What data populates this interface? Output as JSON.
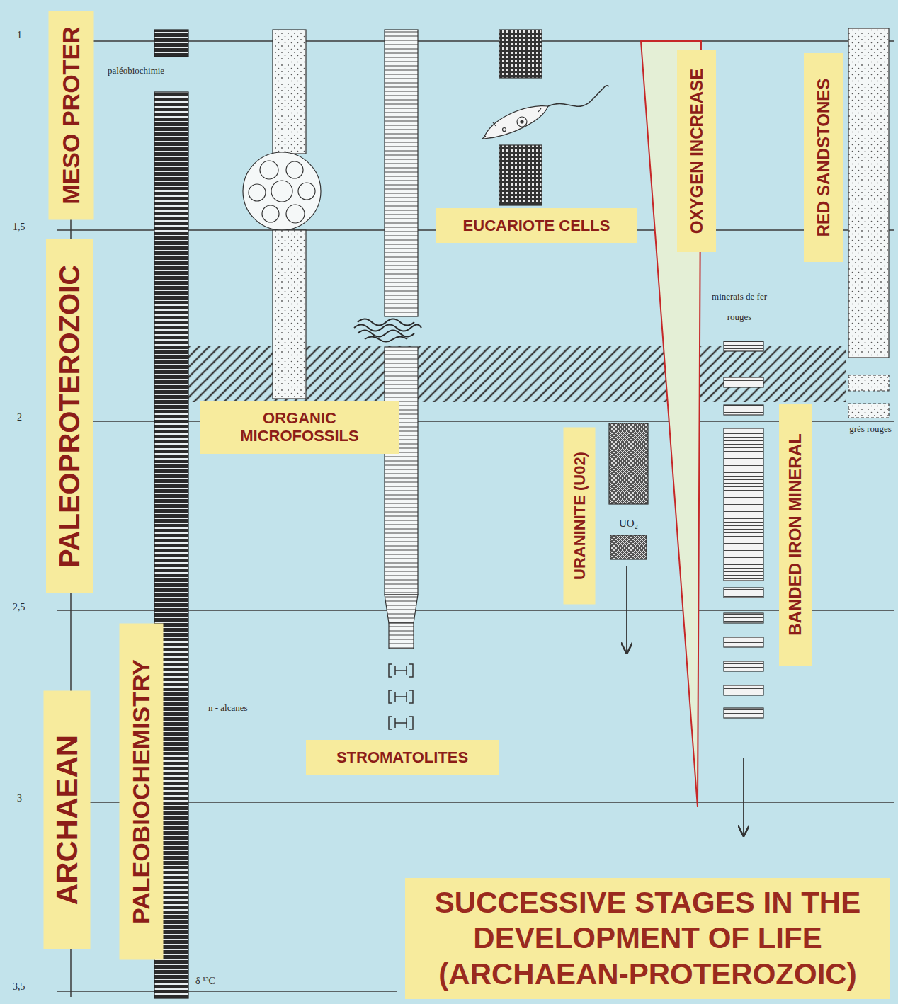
{
  "diagram": {
    "title": "SUCCESSIVE STAGES IN THE DEVELOPMENT OF LIFE (ARCHAEAN-PROTEROZOIC)",
    "nodes": [
      {
        "text": [
          "MESO PROTER"
        ]
      },
      {
        "text": [
          "PALEOPROTEROZOIC"
        ]
      },
      {
        "text": [
          "ARCHAEAN"
        ]
      },
      {
        "text": [
          "PALEOBIOCHEMISTRY"
        ]
      },
      {
        "text": [
          "ORGANIC MICROFOSSILS"
        ]
      },
      {
        "text": [
          "EUCARIOTE CELLS"
        ]
      },
      {
        "text": [
          "OXYGEN INCREASE"
        ]
      },
      {
        "text": [
          "RED SANDSTONES"
        ]
      },
      {
        "text": [
          "URANINITE (U02)"
        ]
      },
      {
        "text": [
          "BANDED IRON MINERAL"
        ]
      },
      {
        "text": [
          "STROMATOLITES"
        ]
      }
    ],
    "labels": [
      "1",
      "1,5",
      "2",
      "2,5",
      "3",
      "3,5",
      "paléobiochimie",
      "n - alcanes",
      "δ ¹³C",
      "UO₂",
      "minerais de fer rouges",
      "grès rouges"
    ]
  }
}
